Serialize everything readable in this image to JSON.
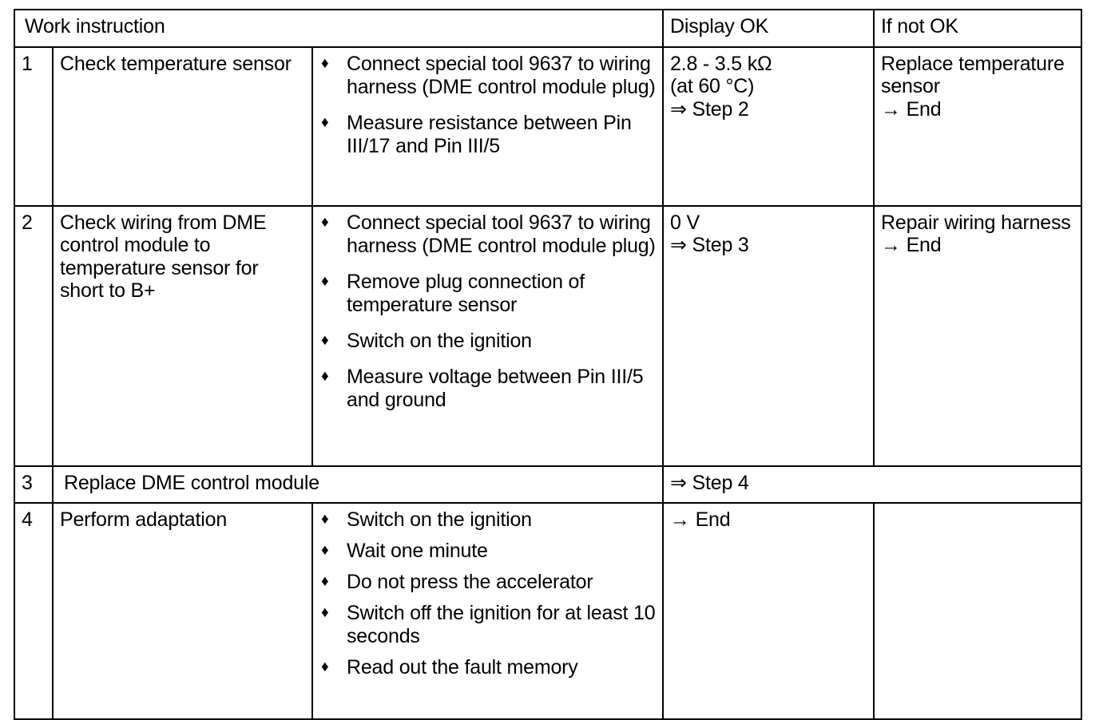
{
  "table": {
    "headers": {
      "work_instruction": "Work instruction",
      "display_ok": "Display OK",
      "if_not_ok": "If not OK"
    },
    "bullet_glyph": "♦",
    "rows": [
      {
        "step": "1",
        "task": "Check temperature sensor",
        "details": [
          "Connect special tool 9637 to wiring harness (DME control module plug)",
          "Measure resistance between Pin III/17 and Pin III/5"
        ],
        "display_ok": [
          "2.8 - 3.5 kΩ",
          "(at 60 °C)",
          "⇒ Step 2"
        ],
        "if_not_ok": [
          "Replace temperature sensor",
          "→ End"
        ]
      },
      {
        "step": "2",
        "task": "Check wiring from DME control module to temperature sensor for short to B+",
        "details": [
          "Connect special tool 9637 to wiring harness (DME control module plug)",
          "Remove plug connection of temperature sensor",
          "Switch on the ignition",
          "Measure voltage between Pin III/5 and ground"
        ],
        "display_ok": [
          "0 V",
          "⇒ Step 3"
        ],
        "if_not_ok": [
          "Repair wiring harness",
          "→ End"
        ]
      },
      {
        "step": "3",
        "task": "Replace DME control module",
        "details": [],
        "merged_result": "⇒ Step 4"
      },
      {
        "step": "4",
        "task": "Perform adaptation",
        "details": [
          "Switch on the ignition",
          "Wait one minute",
          "Do not press the accelerator",
          "Switch off the ignition for at least 10 seconds",
          "Read out the fault memory"
        ],
        "display_ok": [
          "→ End"
        ],
        "if_not_ok": []
      }
    ]
  }
}
